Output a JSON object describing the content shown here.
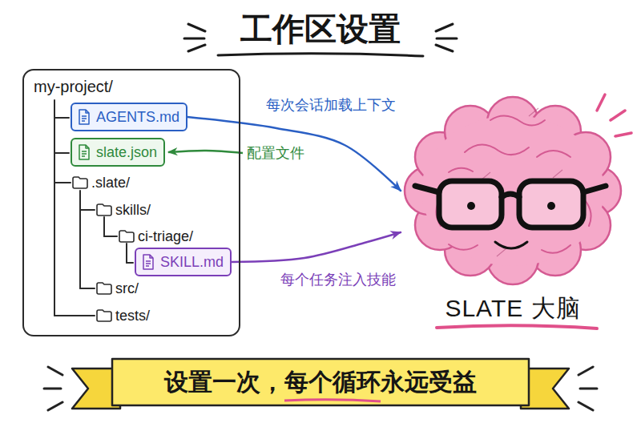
{
  "diagram": {
    "title": "工作区设置",
    "nodes": [
      {
        "text": [
          "my-project/"
        ]
      },
      {
        "text": [
          "AGENTS.md"
        ],
        "in": 0
      },
      {
        "text": [
          "slate.json"
        ],
        "in": 0
      },
      {
        "text": [
          "SKILL.md"
        ],
        "in": 0
      },
      {
        "text": [
          "SLATE 大脑"
        ]
      },
      {
        "text": [
          "设置一次，每个循环永远受益"
        ]
      }
    ],
    "edges": [
      {
        "from": 1,
        "to": 4,
        "arrow": "to",
        "label": "每次会话加载上下文"
      },
      {
        "from": 3,
        "to": 4,
        "arrow": "to",
        "label": "每个任务注入技能"
      }
    ],
    "labels": [
      ".slate/",
      "skills/",
      "ci-triage/",
      "src/",
      "tests/",
      "配置文件"
    ]
  }
}
